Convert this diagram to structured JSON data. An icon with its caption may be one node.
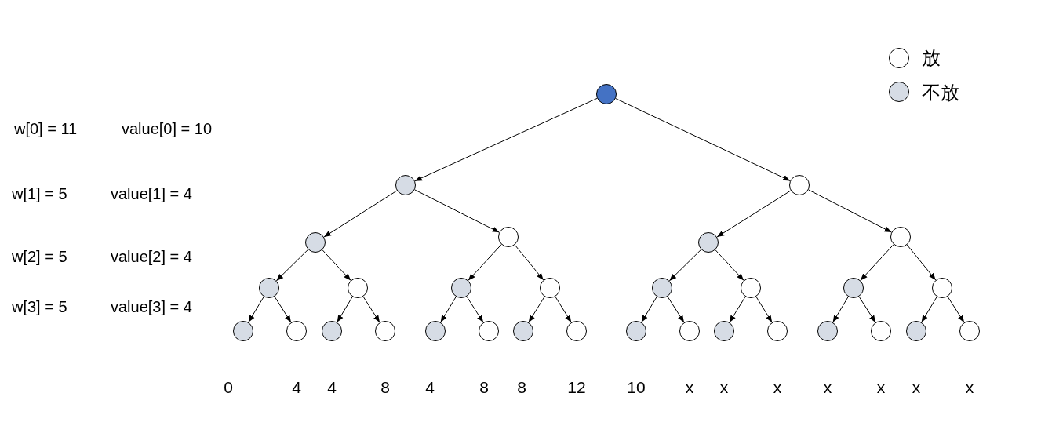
{
  "diagram": {
    "nodes": [
      {
        "text": [],
        "shape": "circle"
      },
      {
        "text": [],
        "shape": "circle"
      },
      {
        "text": [],
        "shape": "circle"
      },
      {
        "text": [],
        "shape": "circle"
      },
      {
        "text": [],
        "shape": "circle"
      },
      {
        "text": [],
        "shape": "circle"
      },
      {
        "text": [],
        "shape": "circle"
      },
      {
        "text": [],
        "shape": "circle"
      },
      {
        "text": [],
        "shape": "circle"
      },
      {
        "text": [],
        "shape": "circle"
      },
      {
        "text": [],
        "shape": "circle"
      },
      {
        "text": [],
        "shape": "circle"
      },
      {
        "text": [],
        "shape": "circle"
      },
      {
        "text": [],
        "shape": "circle"
      },
      {
        "text": [],
        "shape": "circle"
      },
      {
        "text": [],
        "shape": "circle",
        "beside": [
          "0"
        ]
      },
      {
        "text": [],
        "shape": "circle",
        "beside": [
          "4"
        ]
      },
      {
        "text": [],
        "shape": "circle",
        "beside": [
          "4"
        ]
      },
      {
        "text": [],
        "shape": "circle",
        "beside": [
          "8"
        ]
      },
      {
        "text": [],
        "shape": "circle",
        "beside": [
          "4"
        ]
      },
      {
        "text": [],
        "shape": "circle",
        "beside": [
          "8"
        ]
      },
      {
        "text": [],
        "shape": "circle",
        "beside": [
          "8"
        ]
      },
      {
        "text": [],
        "shape": "circle",
        "beside": [
          "12"
        ]
      },
      {
        "text": [],
        "shape": "circle",
        "beside": [
          "10"
        ]
      },
      {
        "text": [],
        "shape": "circle",
        "beside": [
          "x"
        ]
      },
      {
        "text": [],
        "shape": "circle",
        "beside": [
          "x"
        ]
      },
      {
        "text": [],
        "shape": "circle",
        "beside": [
          "x"
        ]
      },
      {
        "text": [],
        "shape": "circle",
        "beside": [
          "x"
        ]
      },
      {
        "text": [],
        "shape": "circle",
        "beside": [
          "x"
        ]
      },
      {
        "text": [],
        "shape": "circle",
        "beside": [
          "x"
        ]
      },
      {
        "text": [],
        "shape": "circle",
        "beside": [
          "x"
        ]
      }
    ],
    "edges": [
      {
        "from": 0,
        "to": 1,
        "arrow": "to"
      },
      {
        "from": 0,
        "to": 2,
        "arrow": "to"
      },
      {
        "from": 1,
        "to": 3,
        "arrow": "to"
      },
      {
        "from": 1,
        "to": 4,
        "arrow": "to"
      },
      {
        "from": 2,
        "to": 5,
        "arrow": "to"
      },
      {
        "from": 2,
        "to": 6,
        "arrow": "to"
      },
      {
        "from": 3,
        "to": 7,
        "arrow": "to"
      },
      {
        "from": 3,
        "to": 8,
        "arrow": "to"
      },
      {
        "from": 4,
        "to": 9,
        "arrow": "to"
      },
      {
        "from": 4,
        "to": 10,
        "arrow": "to"
      },
      {
        "from": 5,
        "to": 11,
        "arrow": "to"
      },
      {
        "from": 5,
        "to": 12,
        "arrow": "to"
      },
      {
        "from": 6,
        "to": 13,
        "arrow": "to"
      },
      {
        "from": 6,
        "to": 14,
        "arrow": "to"
      },
      {
        "from": 7,
        "to": 15,
        "arrow": "to"
      },
      {
        "from": 7,
        "to": 16,
        "arrow": "to"
      },
      {
        "from": 8,
        "to": 17,
        "arrow": "to"
      },
      {
        "from": 8,
        "to": 18,
        "arrow": "to"
      },
      {
        "from": 9,
        "to": 19,
        "arrow": "to"
      },
      {
        "from": 9,
        "to": 20,
        "arrow": "to"
      },
      {
        "from": 10,
        "to": 21,
        "arrow": "to"
      },
      {
        "from": 10,
        "to": 22,
        "arrow": "to"
      },
      {
        "from": 11,
        "to": 23,
        "arrow": "to"
      },
      {
        "from": 11,
        "to": 24,
        "arrow": "to"
      },
      {
        "from": 12,
        "to": 25,
        "arrow": "to"
      },
      {
        "from": 12,
        "to": 26,
        "arrow": "to"
      },
      {
        "from": 13,
        "to": 27,
        "arrow": "to"
      },
      {
        "from": 13,
        "to": 28,
        "arrow": "to"
      },
      {
        "from": 14,
        "to": 29,
        "arrow": "to"
      },
      {
        "from": 14,
        "to": 30,
        "arrow": "to"
      }
    ],
    "labels": [
      "w[0] = 11",
      "value[0] = 10",
      "w[1] = 5",
      "value[1] = 4",
      "w[2] = 5",
      "value[2] = 4",
      "w[3] = 5",
      "value[3] = 4"
    ],
    "legend": [
      {
        "text": "放",
        "color": "#ffffff"
      },
      {
        "text": "不放",
        "color": "#d6dce5"
      }
    ]
  }
}
